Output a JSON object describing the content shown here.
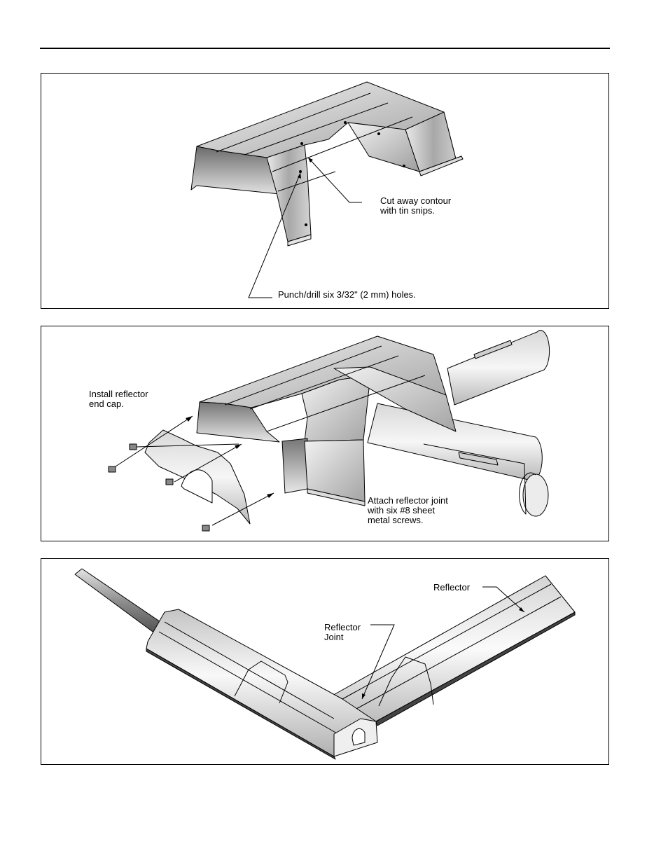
{
  "panels": [
    {
      "callouts": {
        "cut": "Cut away contour\nwith tin snips.",
        "punch": "Punch/drill six 3/32\" (2 mm) holes."
      }
    },
    {
      "callouts": {
        "end_cap": "Install reflector\nend cap.",
        "attach": "Attach reflector joint\nwith six #8 sheet\nmetal screws."
      }
    },
    {
      "callouts": {
        "reflector": "Reflector",
        "joint": "Reflector\nJoint"
      }
    }
  ]
}
